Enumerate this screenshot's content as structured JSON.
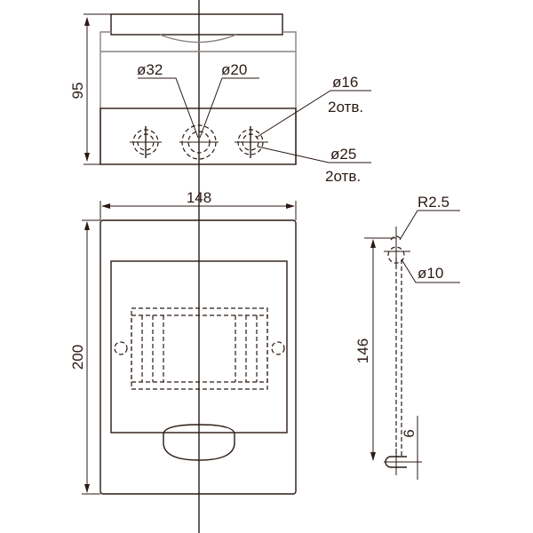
{
  "dimensions": {
    "height_top": "95",
    "width": "148",
    "height_front": "200",
    "mount_spacing": "146",
    "slot_offset": "6"
  },
  "callouts": {
    "d32": "ø32",
    "d20": "ø20",
    "d16": "ø16",
    "d16_qty": "2отв.",
    "d25": "ø25",
    "d25_qty": "2отв.",
    "radius": "R2.5",
    "d10": "ø10"
  }
}
